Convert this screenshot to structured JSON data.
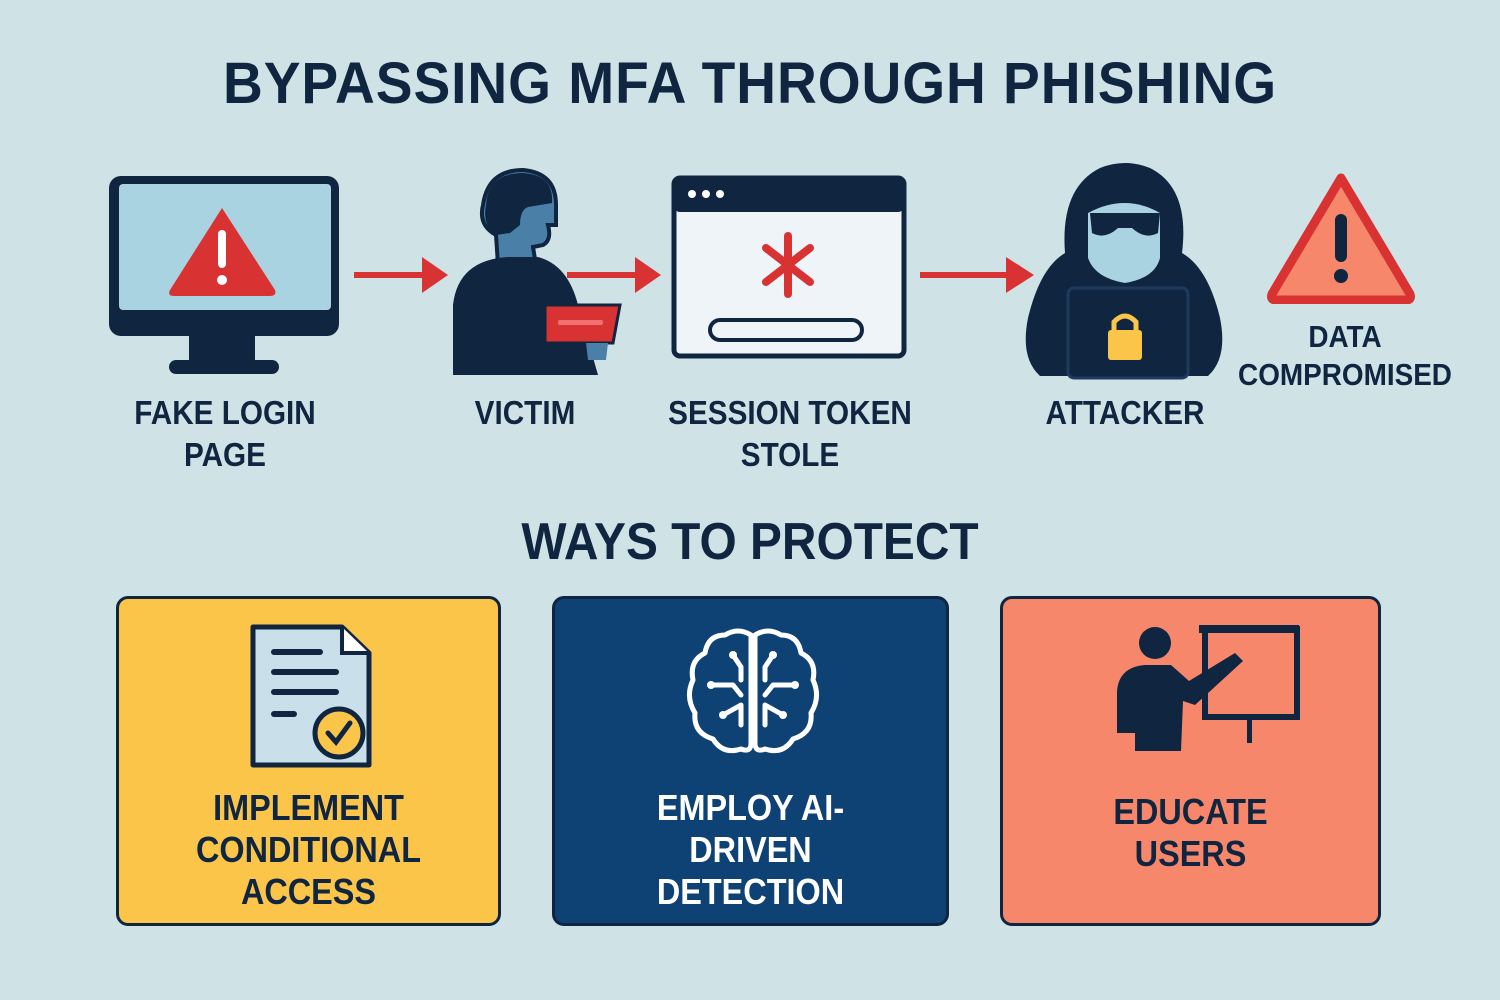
{
  "title": "BYPASSING MFA THROUGH PHISHING",
  "flow": {
    "steps": [
      {
        "label_line1": "FAKE LOGIN",
        "label_line2": "PAGE",
        "icon": "monitor-warning-icon"
      },
      {
        "label_line1": "VICTIM",
        "label_line2": "",
        "icon": "person-laptop-icon"
      },
      {
        "label_line1": "SESSION TOKEN",
        "label_line2": "STOLE",
        "icon": "browser-token-icon"
      },
      {
        "label_line1": "ATTACKER",
        "label_line2": "",
        "icon": "hooded-hacker-icon"
      },
      {
        "label_line1": "DATA",
        "label_line2": "COMPROMISED",
        "icon": "warning-triangle-icon"
      }
    ]
  },
  "protect": {
    "heading": "WAYS TO PROTECT",
    "cards": [
      {
        "line1": "IMPLEMENT",
        "line2": "CONDITIONAL",
        "line3": "ACCESS",
        "icon": "document-check-icon",
        "color": "#fbc54a"
      },
      {
        "line1": "EMPLOY AI-",
        "line2": "DRIVEN",
        "line3": "DETECTION",
        "icon": "ai-brain-icon",
        "color": "#0f4274"
      },
      {
        "line1": "EDUCATE",
        "line2": "USERS",
        "line3": "",
        "icon": "presenter-board-icon",
        "color": "#f7876b"
      }
    ]
  },
  "colors": {
    "background": "#cfe3e7",
    "navy": "#0f2540",
    "red": "#d93232",
    "yellow": "#fbc54a"
  }
}
